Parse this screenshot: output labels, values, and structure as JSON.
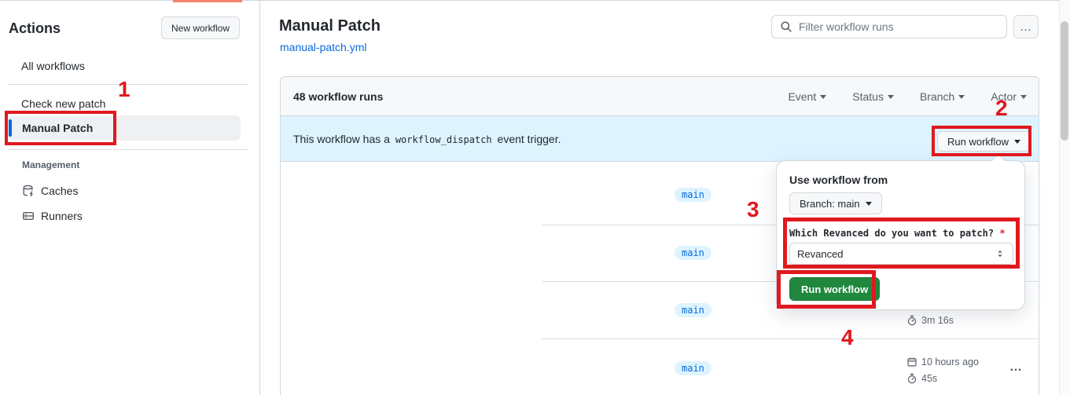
{
  "sidebar": {
    "title": "Actions",
    "new_workflow_button": "New workflow",
    "all_workflows": "All workflows",
    "workflows": [
      {
        "label": "Check new patch",
        "selected": false
      },
      {
        "label": "Manual Patch",
        "selected": true
      }
    ],
    "management_label": "Management",
    "management_items": [
      {
        "label": "Caches"
      },
      {
        "label": "Runners"
      }
    ]
  },
  "main": {
    "title": "Manual Patch",
    "workflow_file": "manual-patch.yml",
    "search": {
      "placeholder": "Filter workflow runs"
    },
    "more_button": "…"
  },
  "runs_table": {
    "count_label": "48 workflow runs",
    "filters": [
      {
        "label": "Event"
      },
      {
        "label": "Status"
      },
      {
        "label": "Branch"
      },
      {
        "label": "Actor"
      }
    ],
    "banner": {
      "text_before": "This workflow has a",
      "code": "workflow_dispatch",
      "text_after": "event trigger.",
      "run_workflow_button": "Run workflow"
    },
    "rows": [
      {
        "branch": "main"
      },
      {
        "branch": "main"
      },
      {
        "branch": "main",
        "duration": "3m 16s"
      },
      {
        "branch": "main",
        "time": "10 hours ago",
        "duration": "45s",
        "more": "…"
      }
    ]
  },
  "run_panel": {
    "heading": "Use workflow from",
    "branch_button": "Branch: main",
    "input_label": "Which Revanced do you want to patch?",
    "required_mark": "*",
    "select_value": "Revanced",
    "run_button": "Run workflow"
  },
  "annotations": {
    "step1": "1",
    "step2": "2",
    "step3": "3",
    "step4": "4"
  },
  "colors": {
    "accent_blue": "#0969da",
    "banner_bg": "#ddf4ff",
    "green_button": "#1f883d",
    "annotation_red": "#e0191f",
    "partial_top_marker": "#f4836c"
  }
}
